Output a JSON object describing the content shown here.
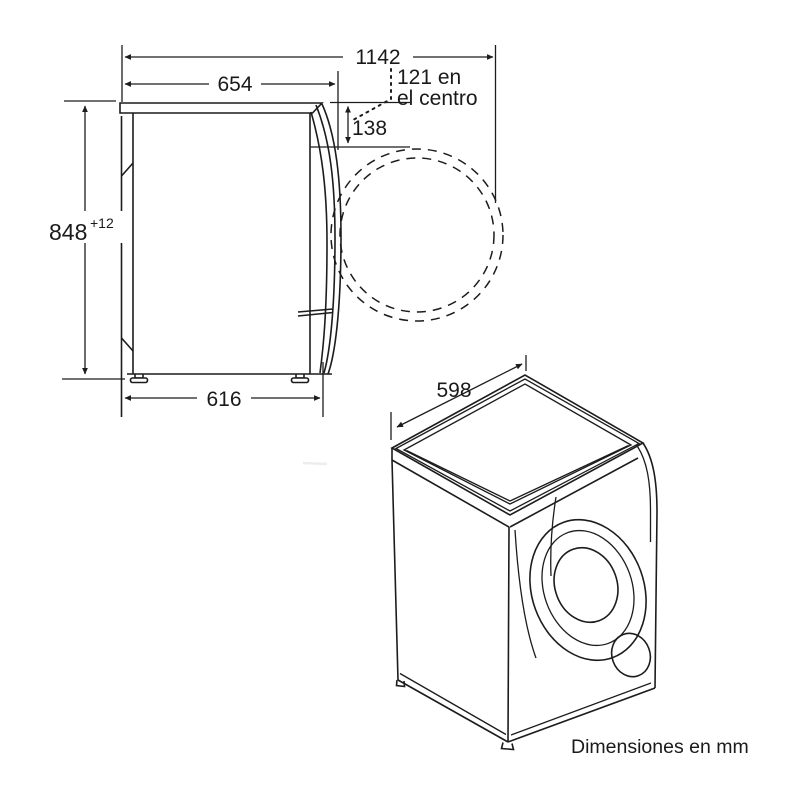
{
  "drawing": {
    "background": "#ffffff",
    "line_color": "#1c1c1c",
    "caption": "Dimensiones en mm",
    "side_view": {
      "dim_total_depth_door_open": "1142",
      "dim_top_depth": "654",
      "note_door_center_line1": "121 en",
      "note_door_center_line2": "el centro",
      "dim_top_to_door_center": "138",
      "dim_height": "848",
      "dim_height_tolerance": "+12",
      "dim_base_depth": "616"
    },
    "perspective_view": {
      "dim_width": "598"
    }
  }
}
